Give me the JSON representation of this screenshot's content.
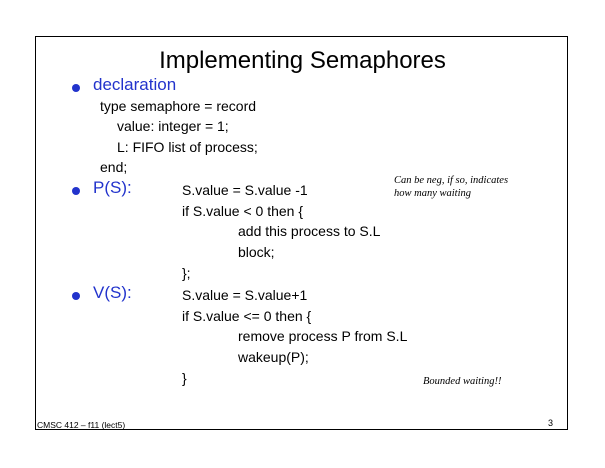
{
  "slide": {
    "title": "Implementing Semaphores",
    "accent_color": "#2233cc",
    "bullets": [
      {
        "label": "declaration",
        "lines": [
          "type semaphore = record",
          "value: integer = 1;",
          "L: FIFO list of process;",
          "end;"
        ]
      },
      {
        "label": "P(S):",
        "lines": [
          "S.value = S.value -1",
          "if S.value < 0 then {",
          "add this process to S.L",
          "block;",
          "};"
        ]
      },
      {
        "label": "V(S):",
        "lines": [
          "S.value = S.value+1",
          "if S.value <= 0 then {",
          "remove process P from S.L",
          "wakeup(P);",
          "}"
        ]
      }
    ],
    "annotations": {
      "negative_value_line1": "Can be neg, if so, indicates",
      "negative_value_line2": "how many waiting",
      "bounded_waiting": "Bounded waiting!!"
    },
    "footer": {
      "course": "CMSC 412 – f11 (lect5)",
      "page_number": "3"
    }
  }
}
